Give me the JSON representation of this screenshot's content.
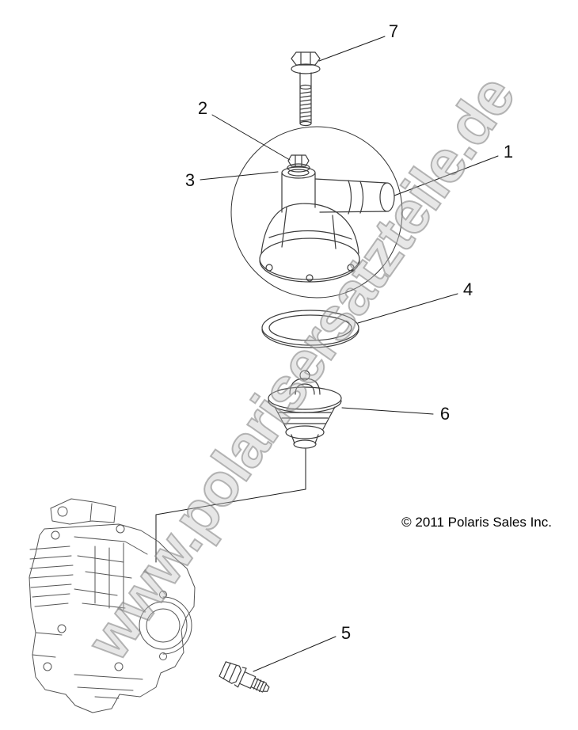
{
  "diagram": {
    "watermark": "www.polarisersatzteile.de",
    "copyright": "© 2011 Polaris Sales Inc.",
    "callouts": [
      {
        "id": "1"
      },
      {
        "id": "2"
      },
      {
        "id": "3"
      },
      {
        "id": "4"
      },
      {
        "id": "5"
      },
      {
        "id": "6"
      },
      {
        "id": "7"
      }
    ]
  }
}
